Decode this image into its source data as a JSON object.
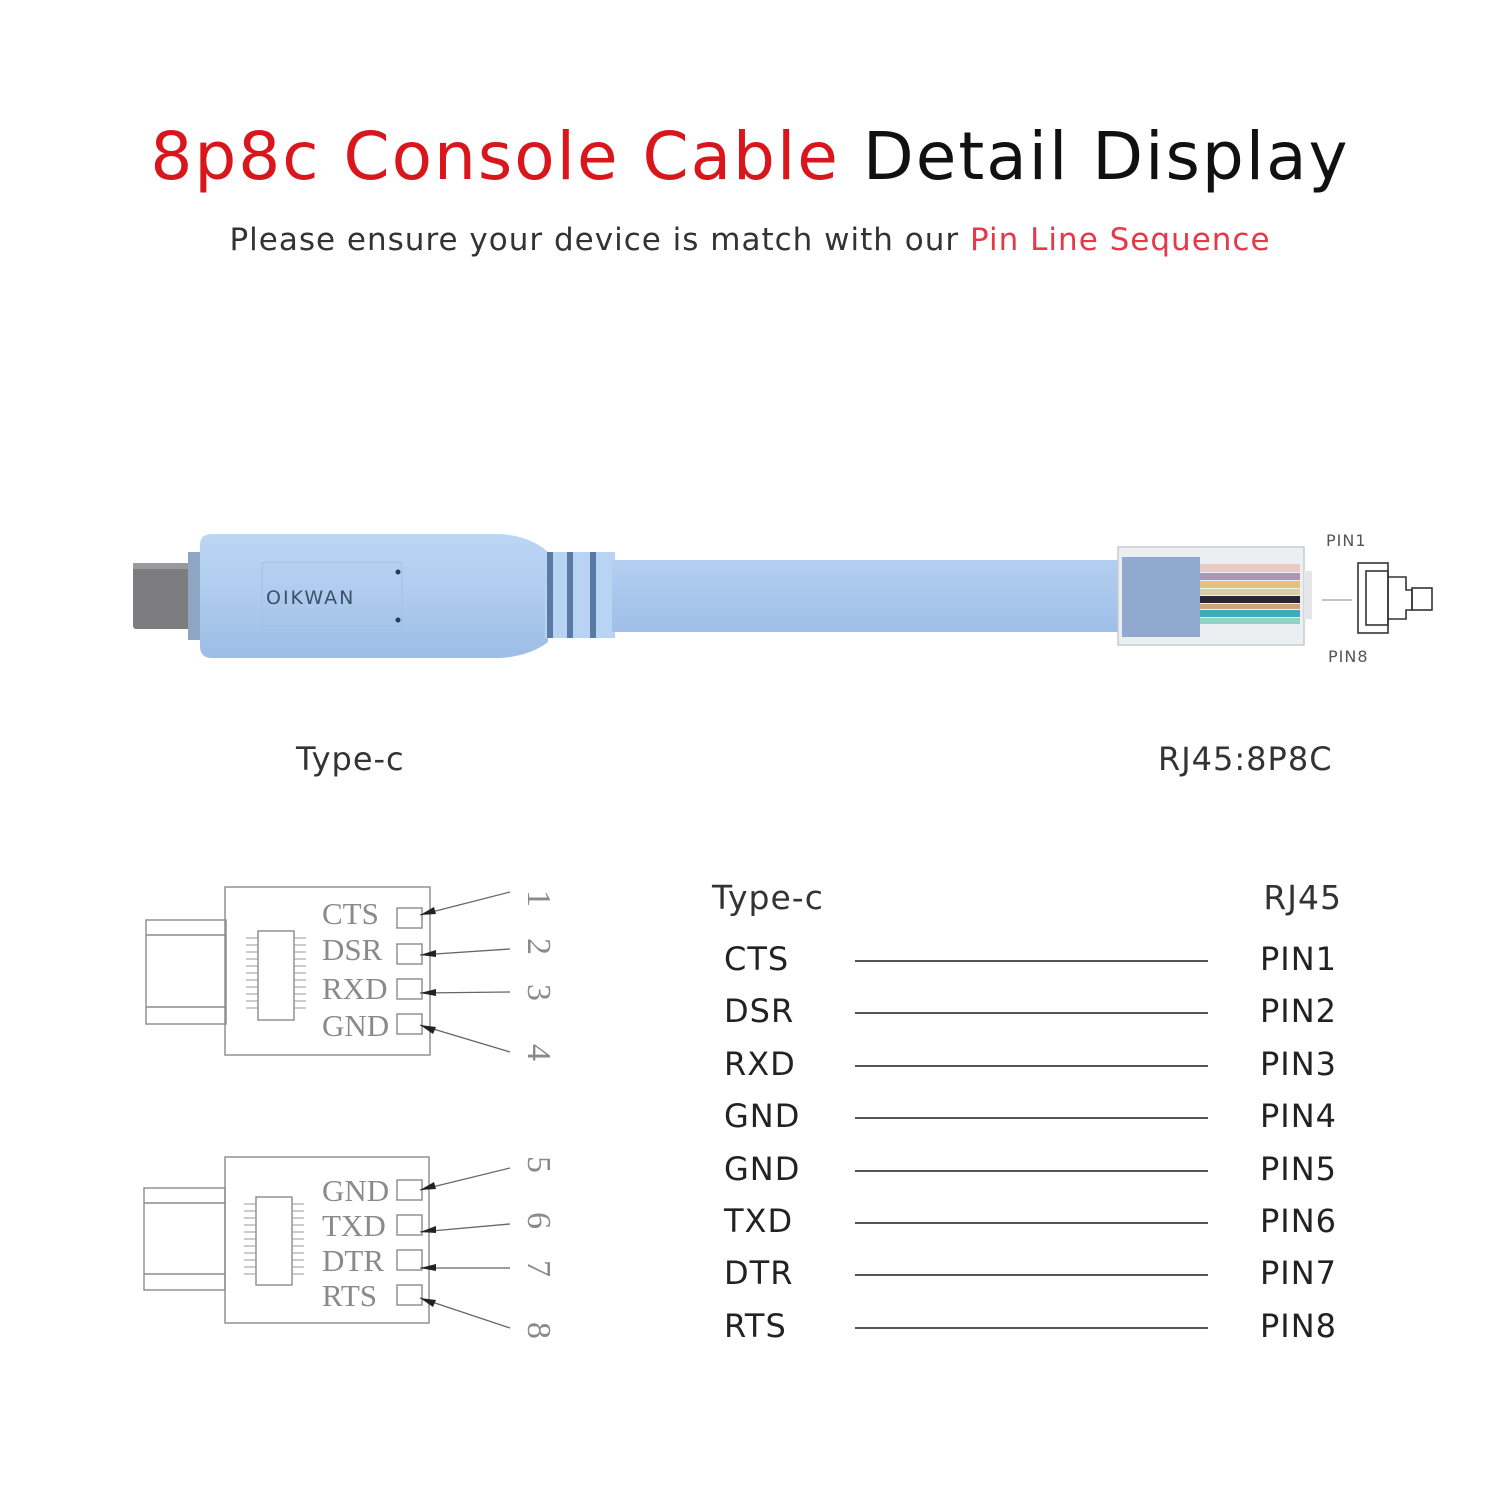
{
  "header": {
    "title_red": "8p8c Console Cable",
    "title_black": "Detail Display",
    "subtitle_prefix": "Please ensure your device is match with our",
    "subtitle_highlight": "Pin Line Sequence"
  },
  "colors": {
    "accent_red": "#d9161c",
    "cable_blue": "#a9c8ee",
    "text_dark": "#111111"
  },
  "cable": {
    "brand": "OIKWAN",
    "rj45_pin_top_label": "PIN1",
    "rj45_pin_bottom_label": "PIN8",
    "left_connector_label": "Type-c",
    "right_connector_label": "RJ45:8P8C"
  },
  "diagram_top": {
    "signals": [
      "CTS",
      "DSR",
      "RXD",
      "GND"
    ],
    "pin_numbers": [
      "1",
      "2",
      "3",
      "4"
    ]
  },
  "diagram_bottom": {
    "signals": [
      "GND",
      "TXD",
      "DTR",
      "RTS"
    ],
    "pin_numbers": [
      "5",
      "6",
      "7",
      "8"
    ]
  },
  "mapping_table": {
    "header_left": "Type-c",
    "header_right": "RJ45",
    "rows": [
      {
        "signal": "CTS",
        "pin": "PIN1"
      },
      {
        "signal": "DSR",
        "pin": "PIN2"
      },
      {
        "signal": "RXD",
        "pin": "PIN3"
      },
      {
        "signal": "GND",
        "pin": "PIN4"
      },
      {
        "signal": "GND",
        "pin": "PIN5"
      },
      {
        "signal": "TXD",
        "pin": "PIN6"
      },
      {
        "signal": "DTR",
        "pin": "PIN7"
      },
      {
        "signal": "RTS",
        "pin": "PIN8"
      }
    ]
  }
}
